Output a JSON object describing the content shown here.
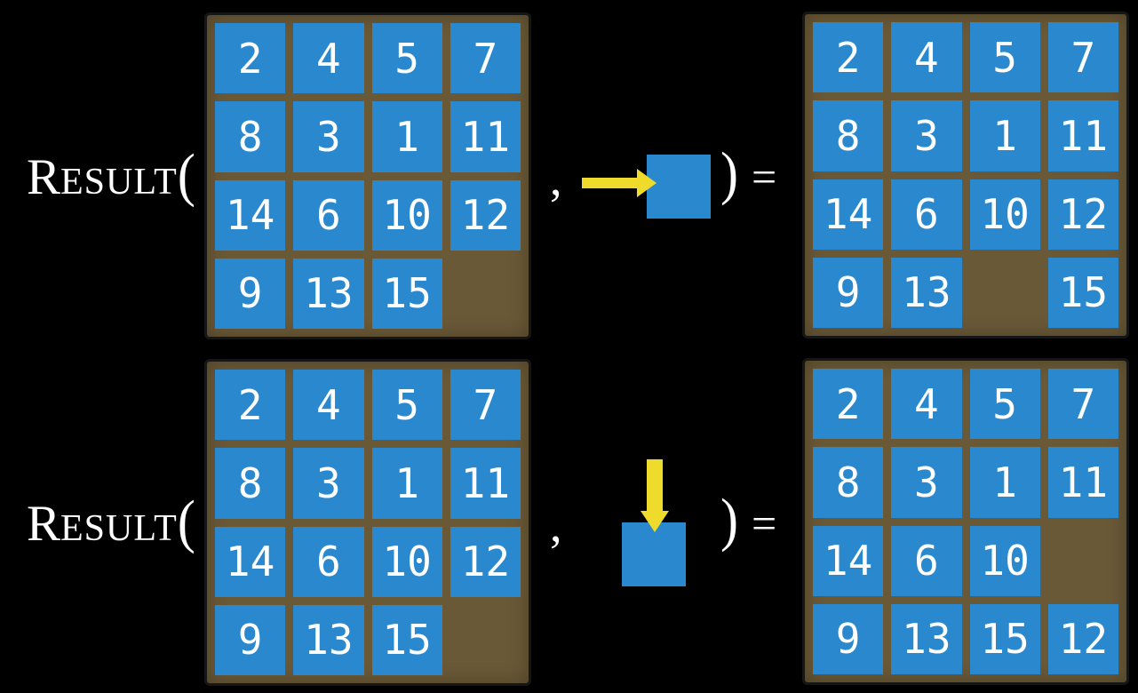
{
  "slide": {
    "function_label": {
      "initial": "R",
      "rest": "ESULT",
      "open_paren": "("
    },
    "comma": ",",
    "close_paren": ")",
    "equals": "=",
    "examples": [
      {
        "name": "slide-right",
        "action": "blank-tile-slides-right",
        "action_icon": "arrow-right-icon",
        "initial_grid": [
          [
            2,
            4,
            5,
            7
          ],
          [
            8,
            3,
            1,
            11
          ],
          [
            14,
            6,
            10,
            12
          ],
          [
            9,
            13,
            15,
            null
          ]
        ],
        "result_grid": [
          [
            2,
            4,
            5,
            7
          ],
          [
            8,
            3,
            1,
            11
          ],
          [
            14,
            6,
            10,
            12
          ],
          [
            9,
            13,
            null,
            15
          ]
        ]
      },
      {
        "name": "slide-down",
        "action": "tile-slides-down",
        "action_icon": "arrow-down-icon",
        "initial_grid": [
          [
            2,
            4,
            5,
            7
          ],
          [
            8,
            3,
            1,
            11
          ],
          [
            14,
            6,
            10,
            12
          ],
          [
            9,
            13,
            15,
            null
          ]
        ],
        "result_grid": [
          [
            2,
            4,
            5,
            7
          ],
          [
            8,
            3,
            1,
            11
          ],
          [
            14,
            6,
            10,
            null
          ],
          [
            9,
            13,
            15,
            12
          ]
        ]
      }
    ]
  },
  "colors": {
    "background": "#000000",
    "board": "#6A5937",
    "board_border": "#161616",
    "tile": "#2A89CE",
    "tile_text": "#FFFFFF",
    "arrow": "#EFDB2C",
    "label_text": "#FFFFFF"
  }
}
